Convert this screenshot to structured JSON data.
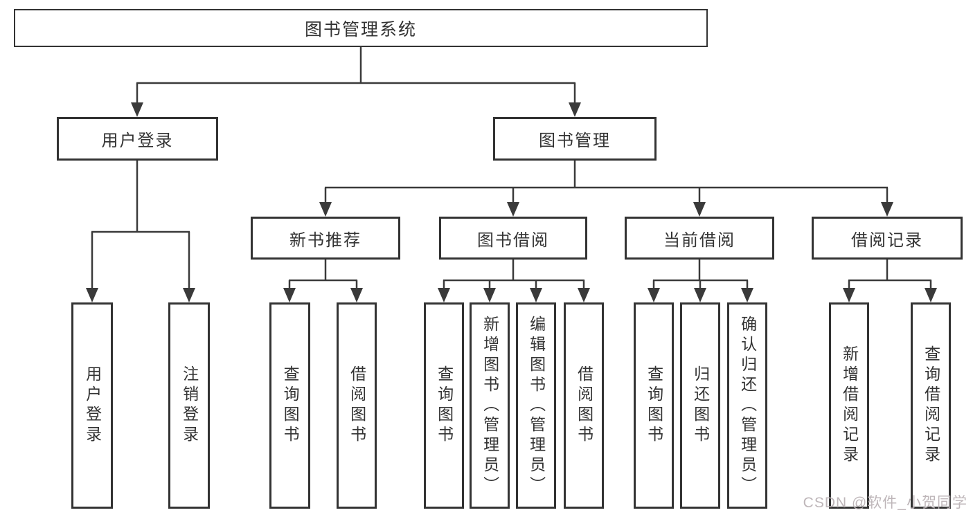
{
  "diagram": {
    "type": "tree-structure-chart",
    "root": {
      "label": "图书管理系统",
      "children": [
        {
          "label": "用户登录",
          "children": [
            {
              "label": "用户登录"
            },
            {
              "label": "注销登录"
            }
          ]
        },
        {
          "label": "图书管理",
          "children": [
            {
              "label": "新书推荐",
              "children": [
                {
                  "label": "查询图书"
                },
                {
                  "label": "借阅图书"
                }
              ]
            },
            {
              "label": "图书借阅",
              "children": [
                {
                  "label": "查询图书"
                },
                {
                  "label": "新增图书（管理员）"
                },
                {
                  "label": "编辑图书（管理员）"
                },
                {
                  "label": "借阅图书"
                }
              ]
            },
            {
              "label": "当前借阅",
              "children": [
                {
                  "label": "查询图书"
                },
                {
                  "label": "归还图书"
                },
                {
                  "label": "确认归还（管理员）"
                }
              ]
            },
            {
              "label": "借阅记录",
              "children": [
                {
                  "label": "新增借阅记录"
                },
                {
                  "label": "查询借阅记录"
                }
              ]
            }
          ]
        }
      ]
    },
    "colors": {
      "line": "#3a3a3a",
      "box_border": "#333333",
      "text": "#333333",
      "background": "#ffffff",
      "watermark": "#bab2b5"
    },
    "watermark": "CSDN @软件_小贺同学"
  }
}
